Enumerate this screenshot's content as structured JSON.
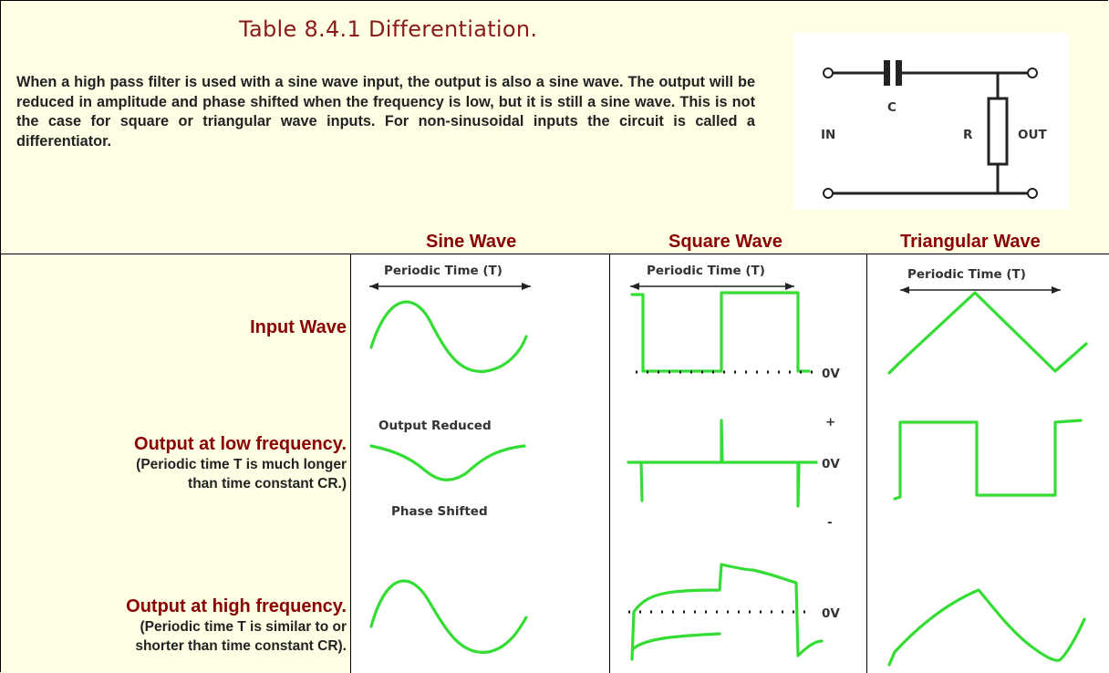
{
  "title": "Table 8.4.1 Differentiation.",
  "intro": "When a high pass filter is used with a sine wave input, the output is also a sine wave. The output will be reduced in amplitude and phase shifted when the frequency is low, but it is still a sine wave. This is not the case for square or triangular wave inputs. For non-sinusoidal inputs the circuit is called a differentiator.",
  "circuit": {
    "cap_label": "C",
    "res_label": "R",
    "in_label": "IN",
    "out_label": "OUT"
  },
  "columns": [
    "Sine Wave",
    "Square Wave",
    "Triangular Wave"
  ],
  "rows": [
    {
      "label": "Input Wave",
      "sub": []
    },
    {
      "label": "Output at low frequency.",
      "sub": [
        "(Periodic time T is much longer",
        "than time constant CR.)"
      ]
    },
    {
      "label": "Output at high frequency.",
      "sub": [
        "(Periodic time T is similar to or",
        "shorter than time constant CR)."
      ]
    }
  ],
  "wave_labels": {
    "periodic_time": "Periodic Time (T)",
    "zero_volts": "0V",
    "plus": "+",
    "minus": "-",
    "output_reduced": "Output Reduced",
    "phase_shifted": "Phase Shifted"
  },
  "colors": {
    "wave": "#33dd33",
    "heading": "#8b0000",
    "background": "#ffffe6"
  }
}
